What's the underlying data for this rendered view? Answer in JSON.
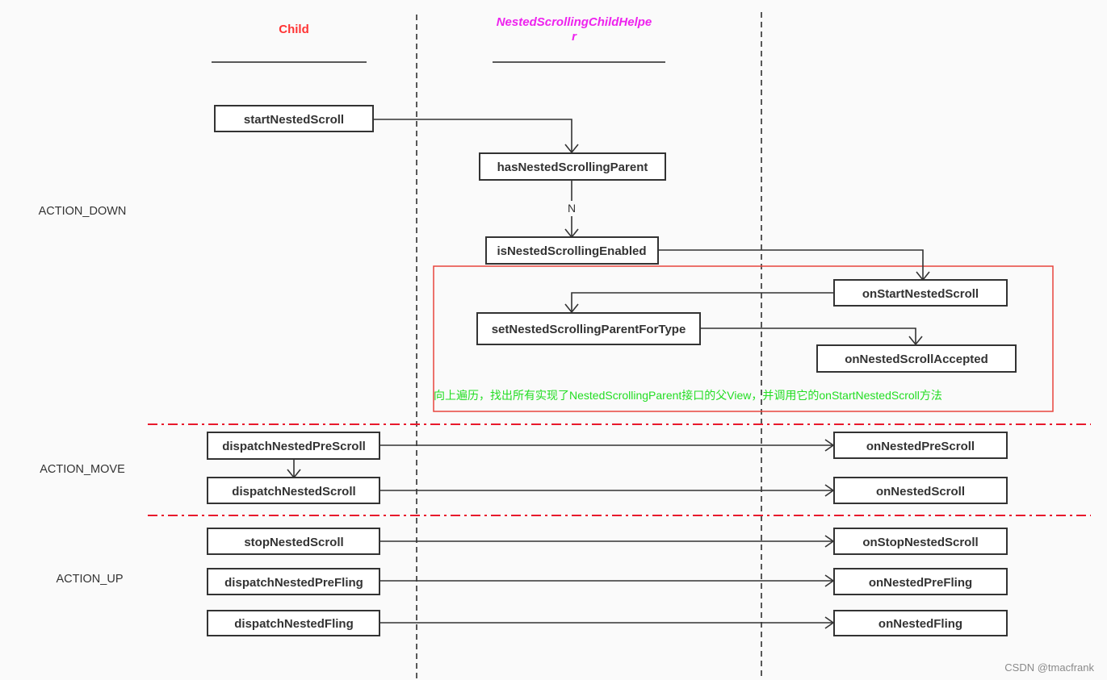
{
  "headers": {
    "child": "Child",
    "helper_line1": "NestedScrollingChildHelpe",
    "helper_line2": "r"
  },
  "lanes": {
    "down": "ACTION_DOWN",
    "move": "ACTION_MOVE",
    "up": "ACTION_UP"
  },
  "nodes": {
    "startNestedScroll": "startNestedScroll",
    "hasNestedScrollingParent": "hasNestedScrollingParent",
    "isNestedScrollingEnabled": "isNestedScrollingEnabled",
    "onStartNestedScroll": "onStartNestedScroll",
    "setNestedScrollingParentForType": "setNestedScrollingParentForType",
    "onNestedScrollAccepted": "onNestedScrollAccepted",
    "dispatchNestedPreScroll": "dispatchNestedPreScroll",
    "onNestedPreScroll": "onNestedPreScroll",
    "dispatchNestedScroll": "dispatchNestedScroll",
    "onNestedScroll": "onNestedScroll",
    "stopNestedScroll": "stopNestedScroll",
    "onStopNestedScroll": "onStopNestedScroll",
    "dispatchNestedPreFling": "dispatchNestedPreFling",
    "onNestedPreFling": "onNestedPreFling",
    "dispatchNestedFling": "dispatchNestedFling",
    "onNestedFling": "onNestedFling"
  },
  "edge_labels": {
    "no": "N"
  },
  "annotation": "向上遍历，找出所有实现了NestedScrollingParent接口的父View，并调用它的onStartNestedScroll方法",
  "watermark": "CSDN @tmacfrank",
  "colors": {
    "child_header": "#ff3333",
    "helper_header": "#ee22ee",
    "annotation_text": "#22dd22",
    "highlight_border": "#e8453c",
    "phase_divider": "#e8192c",
    "line": "#333333"
  }
}
